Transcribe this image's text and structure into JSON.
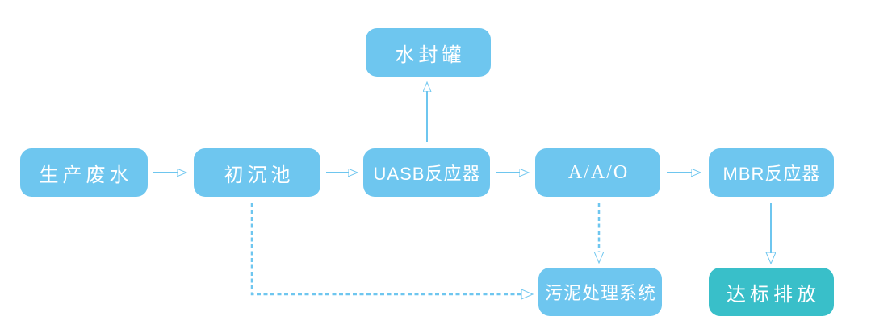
{
  "diagram": {
    "type": "flowchart",
    "description": "Wastewater treatment process flow diagram",
    "colors": {
      "node_fill": "#6ec6ef",
      "terminal_fill": "#39bfc9",
      "text": "#ffffff",
      "arrow": "#6ec6ef",
      "background": "#ffffff"
    },
    "nodes": [
      {
        "id": "production-wastewater",
        "label": "生产废水",
        "variant": "primary"
      },
      {
        "id": "primary-sedimentation-tank",
        "label": "初沉池",
        "variant": "primary"
      },
      {
        "id": "uasb-reactor",
        "label": "UASB反应器",
        "variant": "primary"
      },
      {
        "id": "aao-process",
        "label": "A/A/O",
        "variant": "primary"
      },
      {
        "id": "mbr-reactor",
        "label": "MBR反应器",
        "variant": "primary"
      },
      {
        "id": "water-seal-tank",
        "label": "水封罐",
        "variant": "primary"
      },
      {
        "id": "sludge-treatment-system",
        "label": "污泥处理系统",
        "variant": "primary"
      },
      {
        "id": "compliant-discharge",
        "label": "达标排放",
        "variant": "terminal"
      }
    ],
    "edges": [
      {
        "from": "production-wastewater",
        "to": "primary-sedimentation-tank",
        "style": "solid",
        "direction": "right"
      },
      {
        "from": "primary-sedimentation-tank",
        "to": "uasb-reactor",
        "style": "solid",
        "direction": "right"
      },
      {
        "from": "uasb-reactor",
        "to": "aao-process",
        "style": "solid",
        "direction": "right"
      },
      {
        "from": "aao-process",
        "to": "mbr-reactor",
        "style": "solid",
        "direction": "right"
      },
      {
        "from": "uasb-reactor",
        "to": "water-seal-tank",
        "style": "solid",
        "direction": "up"
      },
      {
        "from": "mbr-reactor",
        "to": "compliant-discharge",
        "style": "solid",
        "direction": "down"
      },
      {
        "from": "aao-process",
        "to": "sludge-treatment-system",
        "style": "dashed",
        "direction": "down"
      },
      {
        "from": "primary-sedimentation-tank",
        "to": "sludge-treatment-system",
        "style": "dashed",
        "direction": "down-right"
      }
    ]
  }
}
